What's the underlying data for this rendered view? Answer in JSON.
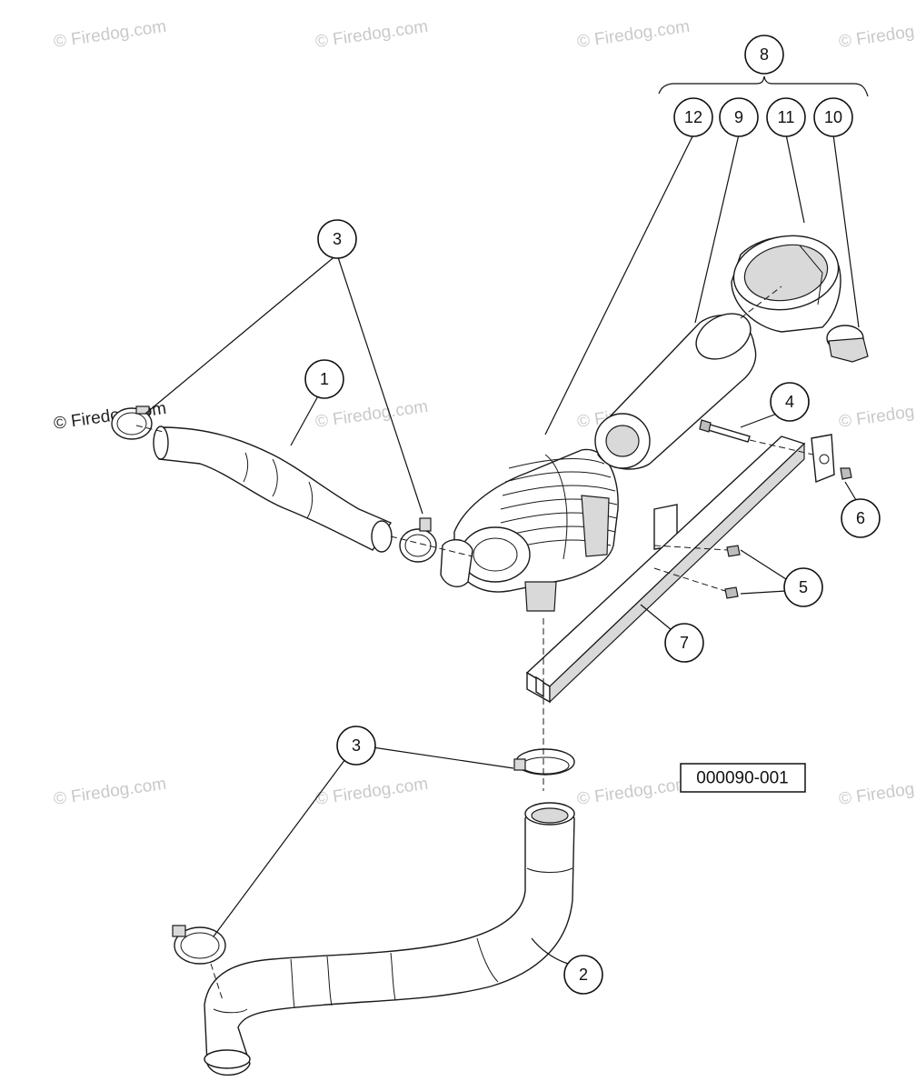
{
  "watermark": "© Firedog.com",
  "reference_code": "000090-001",
  "callouts": {
    "c1": "1",
    "c2": "2",
    "c3a": "3",
    "c3b": "3",
    "c4": "4",
    "c5": "5",
    "c6": "6",
    "c7": "7",
    "c8": "8",
    "c9": "9",
    "c10": "10",
    "c11": "11",
    "c12": "12"
  }
}
